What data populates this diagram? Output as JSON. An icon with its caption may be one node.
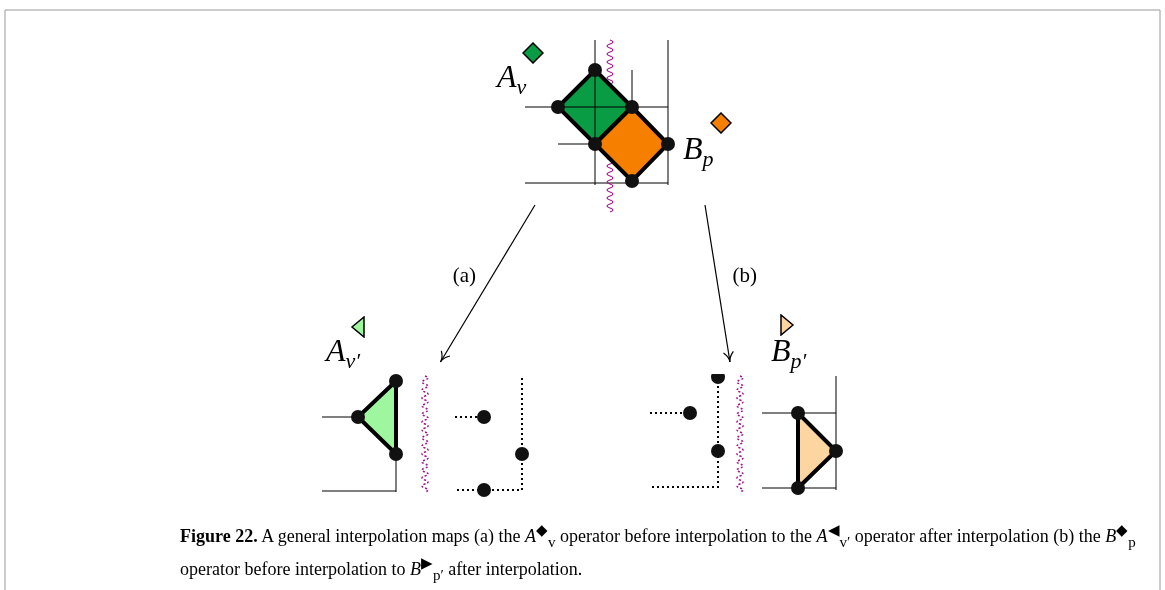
{
  "diagram": {
    "caption": "**Figure 22.** A general interpolation maps (a) the *A*$^{◆}$$_{v}$ operator before interpolation to the *A*$^{◀}$$_{v′}$ operator after interpolation (b) the *B*$^{◆}$$_{p}$ operator before interpolation to *B*$^{▶}$$_{p′}$ after interpolation.",
    "nodes": [
      {
        "text": [],
        "shape": "picture",
        "beside": [
          "A$_{v}$",
          "B$_{p}$"
        ]
      },
      {
        "text": [],
        "shape": "picture",
        "beside": [
          "A$_{v′}$"
        ]
      },
      {
        "text": [],
        "shape": "picture",
        "beside": [
          "B$_{p′}$"
        ]
      }
    ],
    "edges": [
      {
        "from": 0,
        "to": 1,
        "arrow": "to",
        "label": "(a)"
      },
      {
        "from": 0,
        "to": 2,
        "arrow": "to",
        "label": "(b)"
      }
    ]
  }
}
